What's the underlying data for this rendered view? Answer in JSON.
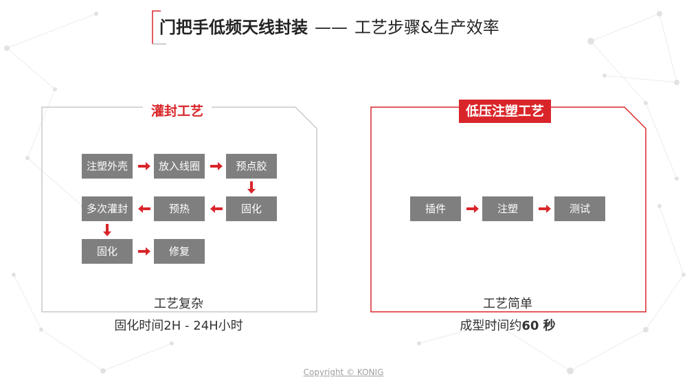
{
  "header": {
    "title_main": "门把手低频天线封装",
    "title_separator": "——",
    "title_sub": "工艺步骤&生产效率"
  },
  "left_panel": {
    "label": "灌封工艺",
    "steps": [
      "注塑外壳",
      "放入线圈",
      "预点胶",
      "固化",
      "预热",
      "多次灌封",
      "固化",
      "修复"
    ],
    "caption_line1": "工艺复杂",
    "caption_line2": "固化时间2H - 24H小时"
  },
  "right_panel": {
    "label": "低压注塑工艺",
    "steps": [
      "插件",
      "注塑",
      "测试"
    ],
    "caption_line1": "工艺简单",
    "caption_line2_prefix": "成型时间约",
    "caption_line2_bold": "60 秒"
  },
  "footer": {
    "copyright": "Copyright © KONIG"
  },
  "colors": {
    "accent_red": "#d9252a",
    "step_gray": "#7f7f7f",
    "frame_gray": "#c8c8c8"
  }
}
